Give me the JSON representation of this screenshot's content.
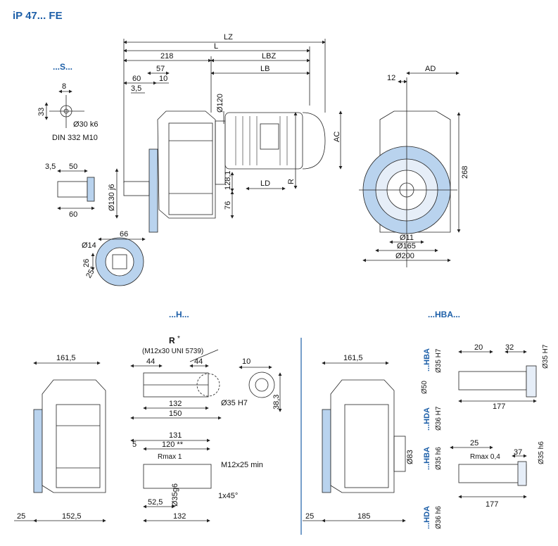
{
  "title": "iP 47... FE",
  "sections": {
    "s": "...S...",
    "h": "...H...",
    "hba": "...HBA..."
  },
  "top_dims": {
    "lz": "LZ",
    "l": "L",
    "d218": "218",
    "lbz": "LBZ",
    "lb": "LB",
    "d57": "57",
    "d60": "60",
    "d10": "10",
    "d35": "3,5",
    "d120": "Ø120",
    "d128": "128,1",
    "d76": "76",
    "d130": "Ø130 j6",
    "ld": "LD",
    "r": "R",
    "ac": "AC"
  },
  "s_dims": {
    "d8": "8",
    "d33": "33",
    "d30k6": "Ø30 k6",
    "din": "DIN 332 M10",
    "d35": "3,5",
    "d50": "50",
    "d60": "60"
  },
  "flange_dims": {
    "d66": "66",
    "d14": "Ø14",
    "d26": "26",
    "d25": "25°"
  },
  "front_dims": {
    "d12": "12",
    "ad": "AD",
    "d268": "268",
    "d11": "Ø11",
    "d165": "Ø165",
    "d200": "Ø200"
  },
  "h_dims": {
    "r": "R",
    "star": "*",
    "m12": "(M12x30 UNI 5739)",
    "d44a": "44",
    "d44b": "44",
    "d132": "132",
    "d150": "150",
    "d10": "10",
    "d35h7": "Ø35 H7",
    "d383": "38,3",
    "d131": "131",
    "d120": "120 **",
    "d5": "5",
    "rmax": "Rmax 1",
    "m12x25": "M12x25 min",
    "d35g6": "Ø35g6",
    "d525": "52,5",
    "d132b": "132",
    "chamfer": "1x45°",
    "d1615": "161,5",
    "d25": "25",
    "d1525": "152,5"
  },
  "hba_dims": {
    "d1615": "161,5",
    "d25": "25",
    "d185": "185",
    "d83": "Ø83",
    "hba": "...HBA",
    "hda1": "...HDA",
    "hba2": "...HBA",
    "hda2": "...HDA",
    "d35h7a": "Ø35 H7",
    "d50": "Ø50",
    "d36h7": "Ø36 H7",
    "d35h6": "Ø35 h6",
    "d36h6": "Ø36 h6",
    "d20": "20",
    "d32": "32",
    "d35h7b": "Ø35 H7",
    "d177a": "177",
    "d25b": "25",
    "rmax": "Rmax 0,4",
    "d37": "37",
    "d35h6b": "Ø35 h6",
    "d177b": "177"
  },
  "colors": {
    "accent": "#1d5fa8",
    "flange": "#b9d3ee",
    "line": "#222222"
  }
}
